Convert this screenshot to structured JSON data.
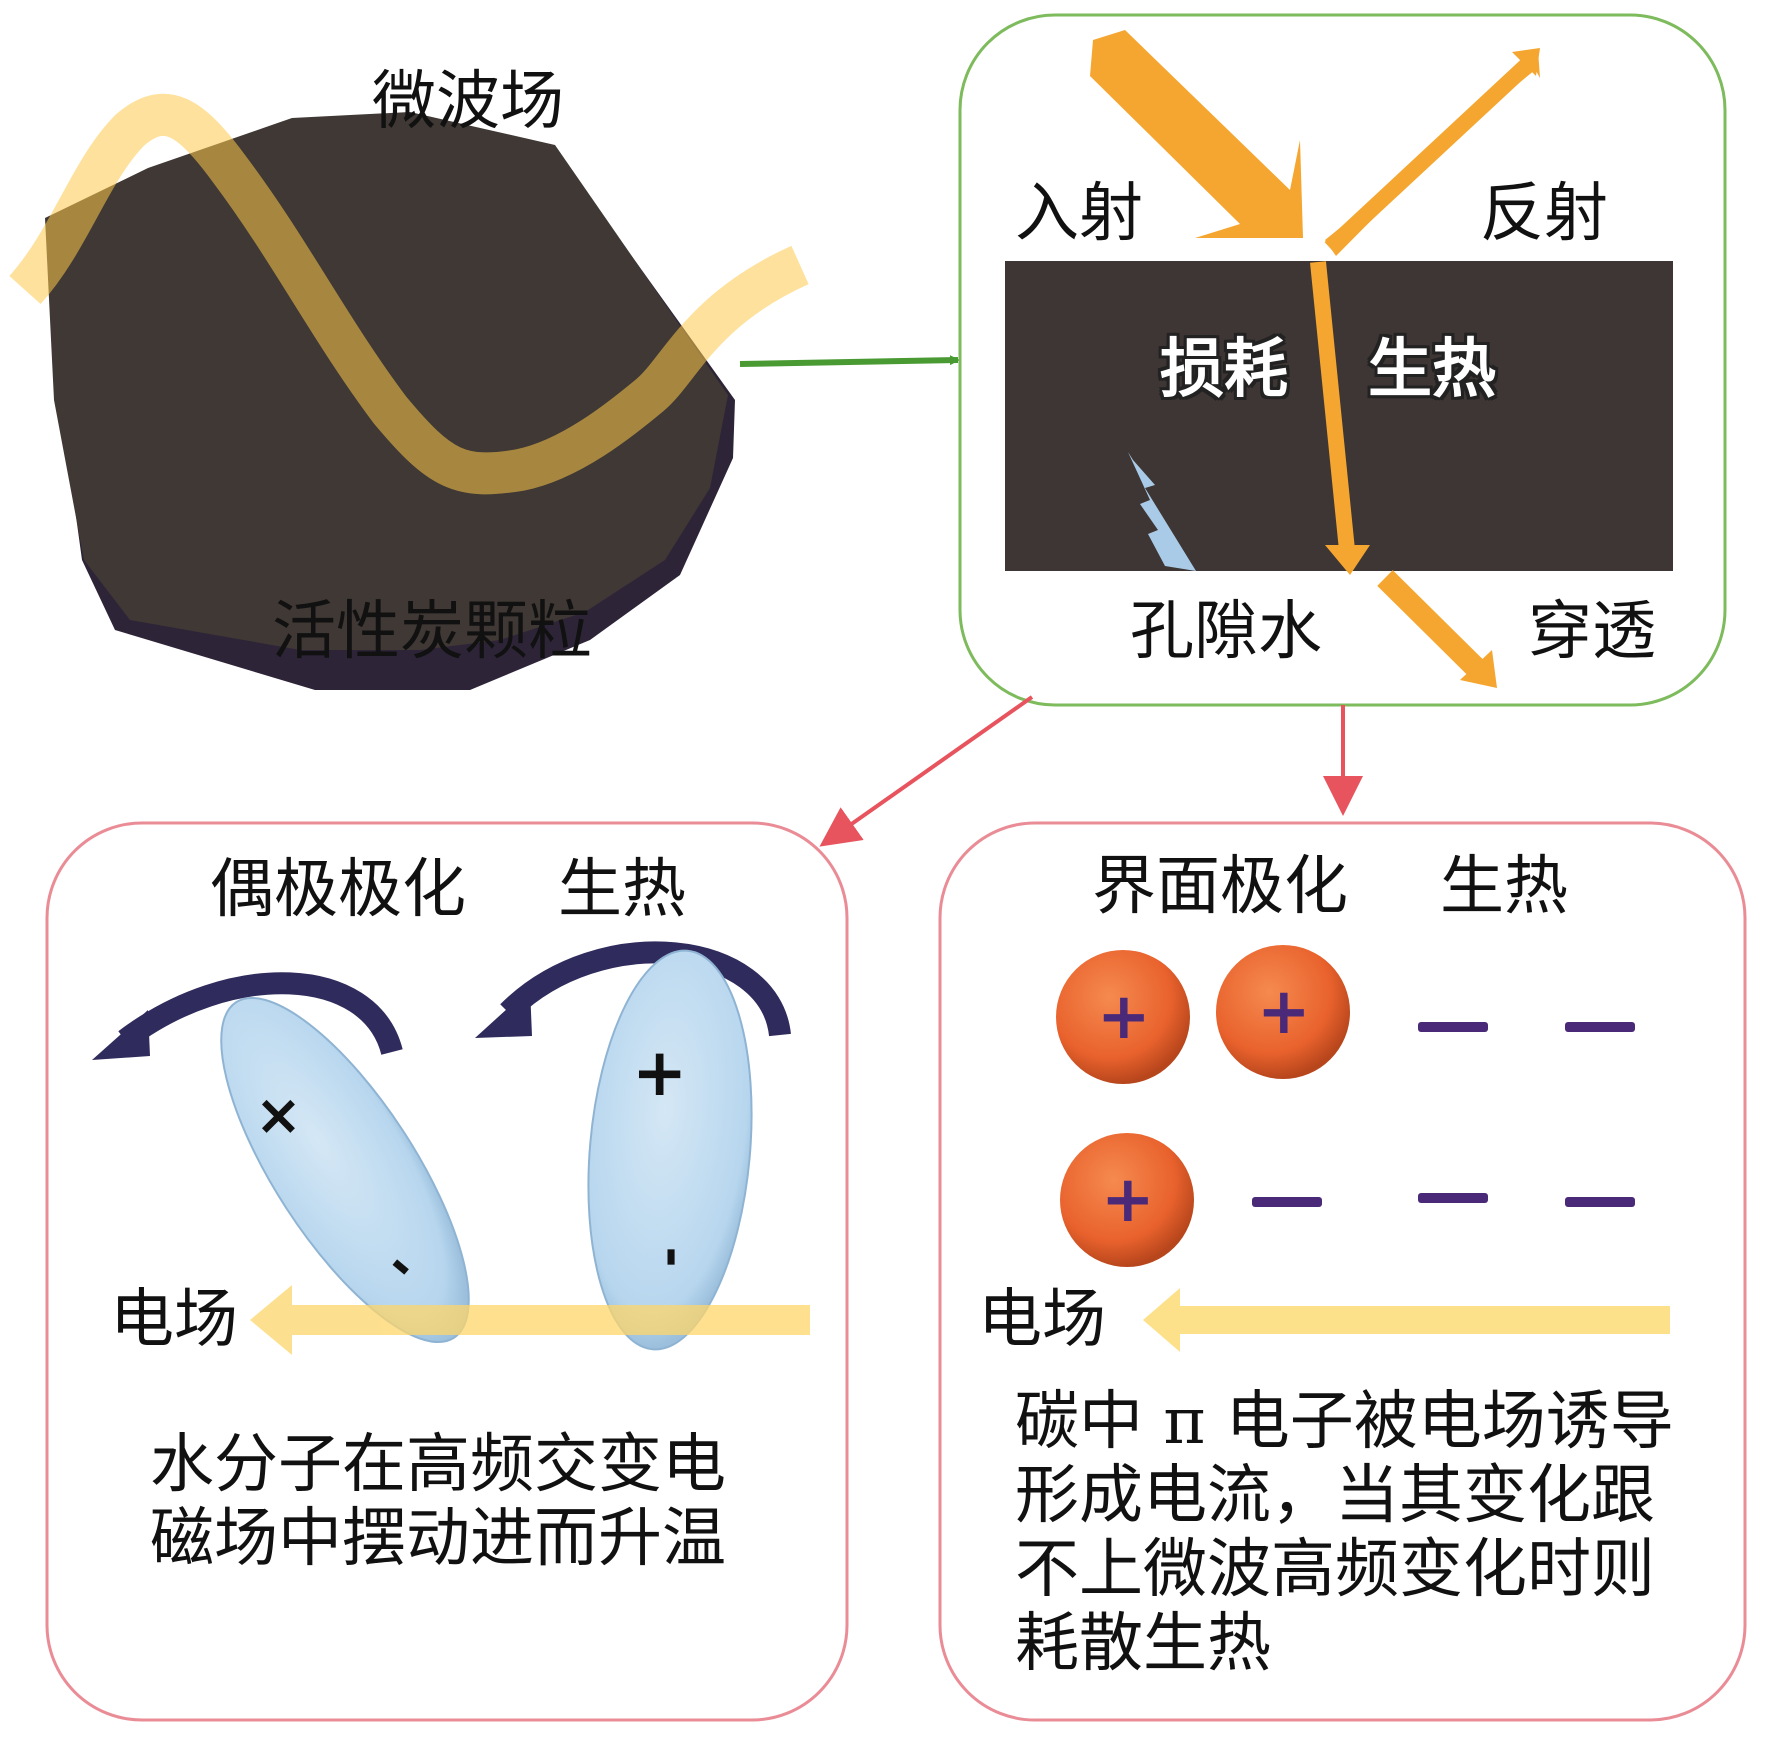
{
  "colors": {
    "particle_fill": "#3f3834",
    "particle_edge": "#2e2438",
    "wave": "#fdc84a",
    "ray": "#f5a630",
    "material": "#3e3634",
    "pore_water": "#a9cbe8",
    "green_border": "#7dbb5d",
    "green_arrow": "#4a9a33",
    "red_border": "#ea8c96",
    "red_arrow": "#e8545e",
    "dipole_arrow": "#2f2b5c",
    "ellipse_fill": "#bcd9ef",
    "field_arrow": "#fde08a",
    "charge_ball": "#e9622d",
    "charge_sign": "#4a2a78"
  },
  "particle_panel": {
    "top_label": "微波场",
    "bottom_label": "活性炭颗粒"
  },
  "interaction_panel": {
    "incident": "入射",
    "reflect": "反射",
    "loss": "损耗",
    "heat": "生热",
    "pore_water": "孔隙水",
    "transmit": "穿透"
  },
  "dipole_panel": {
    "title_left": "偶极极化",
    "title_right": "生热",
    "molecules": [
      {
        "positive_sign": "×",
        "negative_sign": "-"
      },
      {
        "positive_sign": "+",
        "negative_sign": "-"
      }
    ],
    "field_label": "电场",
    "description": [
      "水分子在高频交变电",
      "磁场中摆动进而升温"
    ]
  },
  "interface_panel": {
    "title_left": "界面极化",
    "title_right": "生热",
    "positive_charges": [
      "+",
      "+",
      "+"
    ],
    "negative_charges": [
      "−",
      "−",
      "−",
      "−",
      "−"
    ],
    "field_label": "电场",
    "description": [
      "碳中 π 电子被电场诱导",
      "形成电流，当其变化跟",
      "不上微波高频变化时则",
      "耗散生热"
    ]
  }
}
